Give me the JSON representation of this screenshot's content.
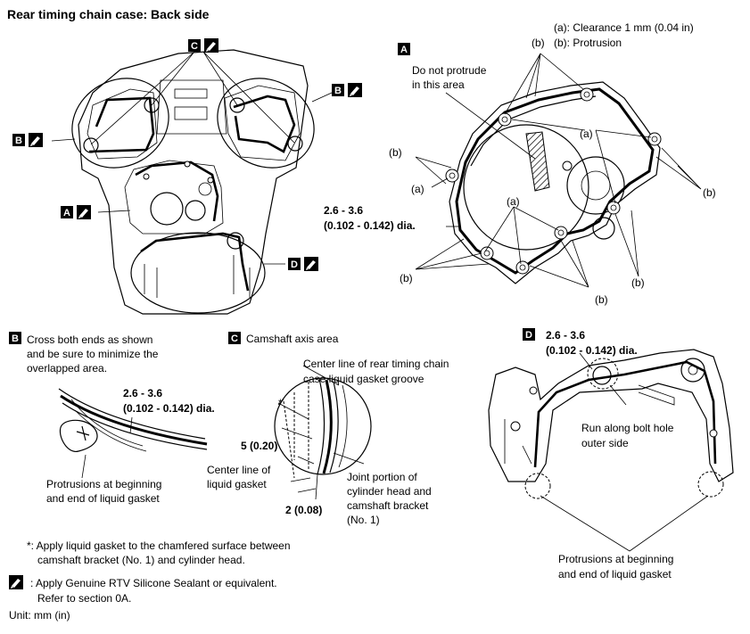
{
  "title": "Rear timing chain case: Back side",
  "legend_a": "(a): Clearance 1 mm (0.04 in)",
  "legend_b": "(b): Protrusion",
  "labels": {
    "A": "A",
    "B": "B",
    "C": "C",
    "D": "D",
    "a": "(a)",
    "b": "(b)"
  },
  "panel_a": {
    "note": "Do not protrude in this area",
    "note_l1": "Do not protrude",
    "note_l2": "in this area",
    "dim_l1": "2.6 - 3.6",
    "dim_l2": "(0.102 - 0.142) dia."
  },
  "panel_b": {
    "caption_l1": "Cross both ends as shown",
    "caption_l2": "and be sure to minimize the",
    "caption_l3": "overlapped area.",
    "dim_l1": "2.6 - 3.6",
    "dim_l2": "(0.102 - 0.142) dia.",
    "note_l1": "Protrusions at beginning",
    "note_l2": "and end of liquid gasket"
  },
  "panel_c": {
    "caption": "Camshaft axis area",
    "groove_l1": "Center line of rear timing chain",
    "groove_l2": "case liquid gasket groove",
    "dim1": "5 (0.20)",
    "center_l1": "Center line of",
    "center_l2": "liquid gasket",
    "dim2": "2 (0.08)",
    "joint_l1": "Joint portion of",
    "joint_l2": "cylinder head and",
    "joint_l3": "camshaft bracket",
    "joint_l4": "(No. 1)",
    "star": "*"
  },
  "panel_d": {
    "dim_l1": "2.6 - 3.6",
    "dim_l2": "(0.102 - 0.142) dia.",
    "run_l1": "Run along bolt hole",
    "run_l2": "outer side",
    "note_l1": "Protrusions at beginning",
    "note_l2": "and end of liquid gasket"
  },
  "footnotes": {
    "star_l1": "*: Apply liquid gasket to the chamfered surface between",
    "star_l2": "camshaft bracket (No. 1) and cylinder head.",
    "rtv_l1": ": Apply Genuine RTV Silicone Sealant or equivalent.",
    "rtv_l2": "Refer to section 0A.",
    "unit": "Unit: mm (in)"
  }
}
